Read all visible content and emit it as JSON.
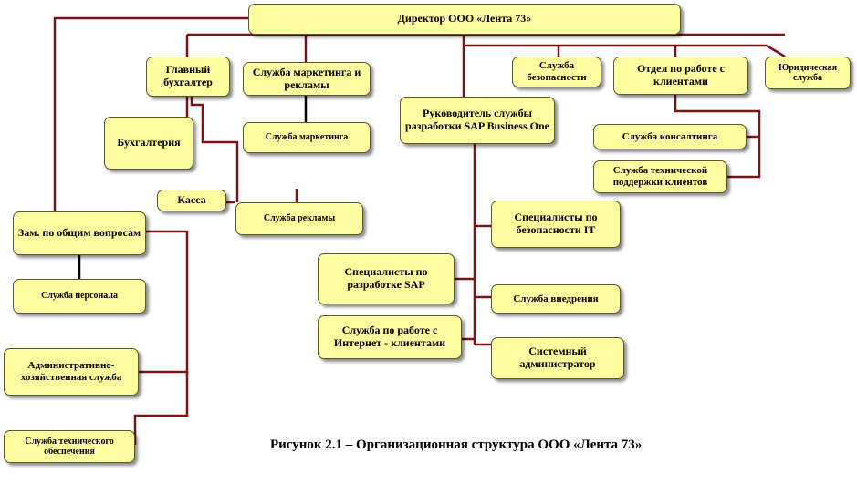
{
  "diagram": {
    "caption": "Рисунок 2.1 – Организационная структура  ООО «Лента 73»",
    "nodes": {
      "director": "Директор ООО «Лента 73»",
      "chief_accountant": "Главный бухгалтер",
      "accounting": "Бухгалтерия",
      "cashier": "Касса",
      "marketing_service": "Служба маркетинга и рекламы",
      "marketing": "Служба маркетинга",
      "advertising": "Служба рекламы",
      "security_service": "Служба безопасности",
      "client_dept": "Отдел по работе с клиентами",
      "legal_service": "Юридическая служба",
      "sap_head": "Руководитель службы разработки SAP Business One",
      "consulting": "Служба консалтинга",
      "tech_support": "Служба технической поддержки клиентов",
      "deputy": "Зам. по общим вопросам",
      "personnel": "Служба персонала",
      "admin_service": "Административно-хозяйственная служба",
      "tech_maintenance": "Служба технического обеспечения",
      "it_security": "Специалисты по безопасности IT",
      "sap_devs": "Специалисты по разработке SAP",
      "implementation": "Служба внедрения",
      "internet_clients": "Служба по работе с Интернет - клиентами",
      "sysadmin": "Системный администратор"
    }
  }
}
